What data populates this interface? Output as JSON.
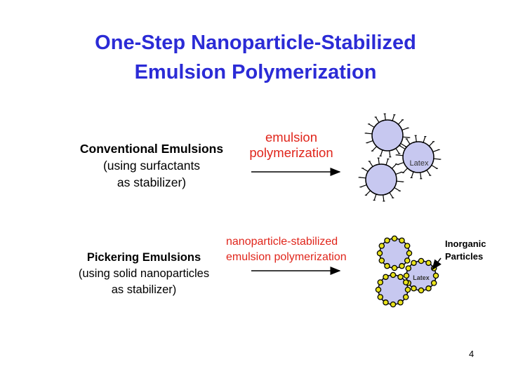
{
  "title": {
    "line1": "One-Step Nanoparticle-Stabilized",
    "line2": "Emulsion Polymerization"
  },
  "conventional": {
    "heading": "Conventional Emulsions",
    "line2": "(using surfactants",
    "line3": "as stabilizer)",
    "arrow_label_line1": "emulsion",
    "arrow_label_line2": "polymerization",
    "latex_label": "Latex"
  },
  "pickering": {
    "heading": "Pickering Emulsions",
    "line2": "(using solid nanoparticles",
    "line3": "as stabilizer)",
    "arrow_label_line1": "nanoparticle-stabilized",
    "arrow_label_line2": "emulsion polymerization",
    "latex_label": "Latex",
    "callout_line1": "Inorganic",
    "callout_line2": "Particles"
  },
  "page_number": "4",
  "colors": {
    "title": "#2b2bd6",
    "arrow_label": "#e0251b",
    "latex_fill": "#c7c8f0",
    "particle_fill": "#e8e21a"
  }
}
